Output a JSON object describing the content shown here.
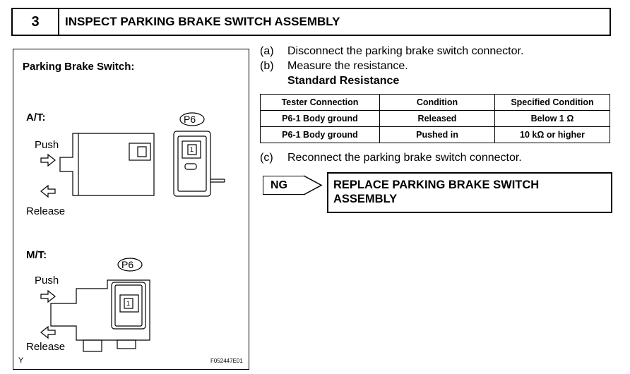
{
  "header": {
    "step_number": "3",
    "title": "INSPECT PARKING BRAKE SWITCH ASSEMBLY"
  },
  "figure": {
    "title": "Parking Brake Switch:",
    "at_label": "A/T:",
    "mt_label": "M/T:",
    "connector_at": "P6",
    "connector_mt": "P6",
    "pin_at": "1",
    "pin_mt": "1",
    "push_at": "Push",
    "release_at": "Release",
    "push_mt": "Push",
    "release_mt": "Release",
    "corner_mark": "Y",
    "figure_id": "F052447E01"
  },
  "instructions": {
    "a_marker": "(a)",
    "a_text": "Disconnect the parking brake switch connector.",
    "b_marker": "(b)",
    "b_text": "Measure the resistance.",
    "standard_heading": "Standard Resistance",
    "c_marker": "(c)",
    "c_text": "Reconnect the parking brake switch connector."
  },
  "table": {
    "headers": [
      "Tester Connection",
      "Condition",
      "Specified Condition"
    ],
    "rows": [
      [
        "P6-1 Body ground",
        "Released",
        "Below 1 Ω"
      ],
      [
        "P6-1 Body ground",
        "Pushed in",
        "10 kΩ or higher"
      ]
    ]
  },
  "result": {
    "ng_label": "NG",
    "action_line1": "REPLACE PARKING BRAKE SWITCH",
    "action_line2": "ASSEMBLY"
  }
}
